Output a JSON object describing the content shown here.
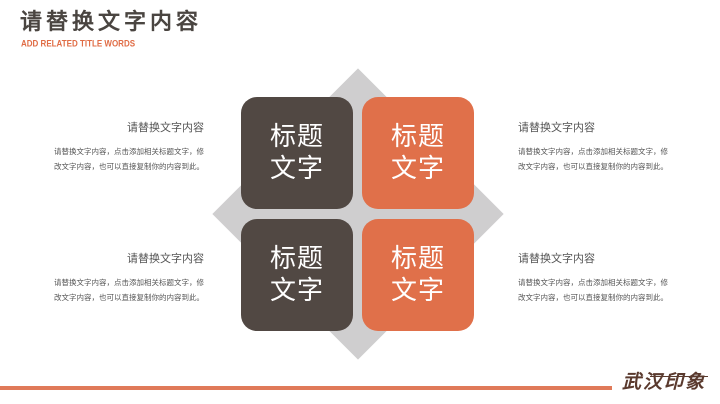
{
  "header": {
    "title": "请替换文字内容",
    "subtitle": "ADD RELATED TITLE WORDS"
  },
  "tiles": [
    {
      "line1": "标题",
      "line2": "文字",
      "color": "#514843"
    },
    {
      "line1": "标题",
      "line2": "文字",
      "color": "#e0704a"
    },
    {
      "line1": "标题",
      "line2": "文字",
      "color": "#514843"
    },
    {
      "line1": "标题",
      "line2": "文字",
      "color": "#e0704a"
    }
  ],
  "blocks": [
    {
      "heading": "请替换文字内容",
      "text": "请替换文字内容，点击添加相关标题文字，修改文字内容，也可以直接复制你的内容到此。"
    },
    {
      "heading": "请替换文字内容",
      "text": "请替换文字内容，点击添加相关标题文字，修改文字内容，也可以直接复制你的内容到此。"
    },
    {
      "heading": "请替换文字内容",
      "text": "请替换文字内容，点击添加相关标题文字，修改文字内容，也可以直接复制你的内容到此。"
    },
    {
      "heading": "请替换文字内容",
      "text": "请替换文字内容，点击添加相关标题文字，修改文字内容，也可以直接复制你的内容到此。"
    }
  ],
  "footer": {
    "logo": "武汉印象"
  },
  "colors": {
    "accent": "#e0704a",
    "dark": "#514843",
    "diamond": "#cfcecf"
  }
}
